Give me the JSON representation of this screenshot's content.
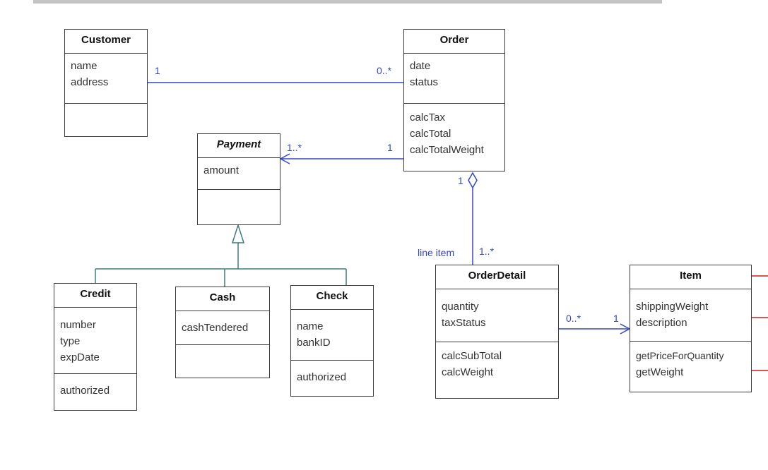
{
  "classes": {
    "customer": {
      "name": "Customer",
      "attributes": [
        "name",
        "address"
      ],
      "operations": []
    },
    "order": {
      "name": "Order",
      "attributes": [
        "date",
        "status"
      ],
      "operations": [
        "calcTax",
        "calcTotal",
        "calcTotalWeight"
      ]
    },
    "payment": {
      "name": "Payment",
      "abstract": true,
      "attributes": [
        "amount"
      ],
      "operations": []
    },
    "credit": {
      "name": "Credit",
      "attributes": [
        "number",
        "type",
        "expDate"
      ],
      "operations": [
        "authorized"
      ]
    },
    "cash": {
      "name": "Cash",
      "attributes": [
        "cashTendered"
      ],
      "operations": []
    },
    "check": {
      "name": "Check",
      "attributes": [
        "name",
        "bankID"
      ],
      "operations": [
        "authorized"
      ]
    },
    "order_detail": {
      "name": "OrderDetail",
      "attributes": [
        "quantity",
        "taxStatus"
      ],
      "operations": [
        "calcSubTotal",
        "calcWeight"
      ]
    },
    "item": {
      "name": "Item",
      "attributes": [
        "shippingWeight",
        "description"
      ],
      "operations": [
        "getPriceForQuantity",
        "getWeight"
      ]
    }
  },
  "associations": {
    "customer_order": {
      "from_mult": "1",
      "to_mult": "0..*"
    },
    "order_payment": {
      "from_mult": "1",
      "to_mult": "1..*"
    },
    "order_orderdetail": {
      "from_mult": "1",
      "to_mult": "1..*",
      "role": "line item"
    },
    "orderdetail_item": {
      "from_mult": "0..*",
      "to_mult": "1"
    }
  },
  "colors": {
    "association_line": "#3347c8",
    "generalization_line": "#3f7a7a",
    "pointer_arrow": "#cc1f1f",
    "box_border": "#3c3c3c"
  }
}
